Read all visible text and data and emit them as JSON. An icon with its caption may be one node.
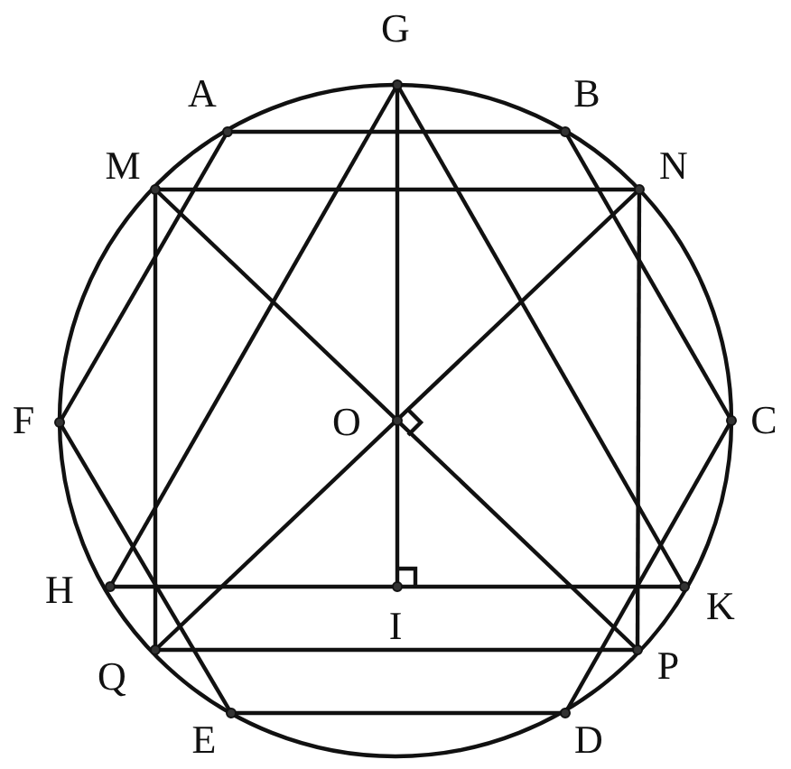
{
  "diagram": {
    "labels": [
      "G",
      "A",
      "B",
      "M",
      "N",
      "F",
      "O",
      "C",
      "H",
      "I",
      "K",
      "Q",
      "P",
      "E",
      "D"
    ]
  }
}
